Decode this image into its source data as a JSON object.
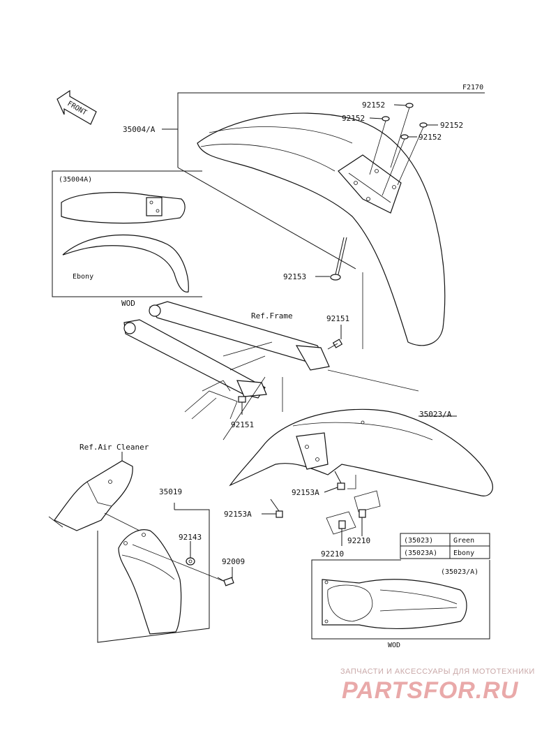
{
  "diagram": {
    "ref_code": "F2170",
    "front_label": "FRONT",
    "labels": {
      "p35004A_main": "35004/A",
      "p92152_a": "92152",
      "p92152_b": "92152",
      "p92152_c": "92152",
      "p92152_d": "92152",
      "p92153": "92153",
      "p92151_a": "92151",
      "p92151_b": "92151",
      "p35023A": "35023/A",
      "p35019": "35019",
      "p92143": "92143",
      "p92009": "92009",
      "p92153A_a": "92153A",
      "p92153A_b": "92153A",
      "p92210_a": "92210",
      "p92210_b": "92210",
      "ref_frame": "Ref.Frame",
      "ref_air_cleaner": "Ref.Air Cleaner",
      "wod_top": "WOD",
      "wod_bottom": "WOD"
    },
    "inset_35004A": {
      "title": "(35004A)",
      "caption": "Ebony"
    },
    "inset_35023A": {
      "title": "(35023/A)"
    },
    "color_table": {
      "rows": [
        {
          "code": "(35023)",
          "color": "Green"
        },
        {
          "code": "(35023A)",
          "color": "Ebony"
        }
      ]
    }
  },
  "watermark": {
    "tagline": "ЗАПЧАСТИ И АКСЕССУАРЫ ДЛЯ МОТОТЕХНИКИ",
    "brand": "PARTSFOR.RU"
  }
}
